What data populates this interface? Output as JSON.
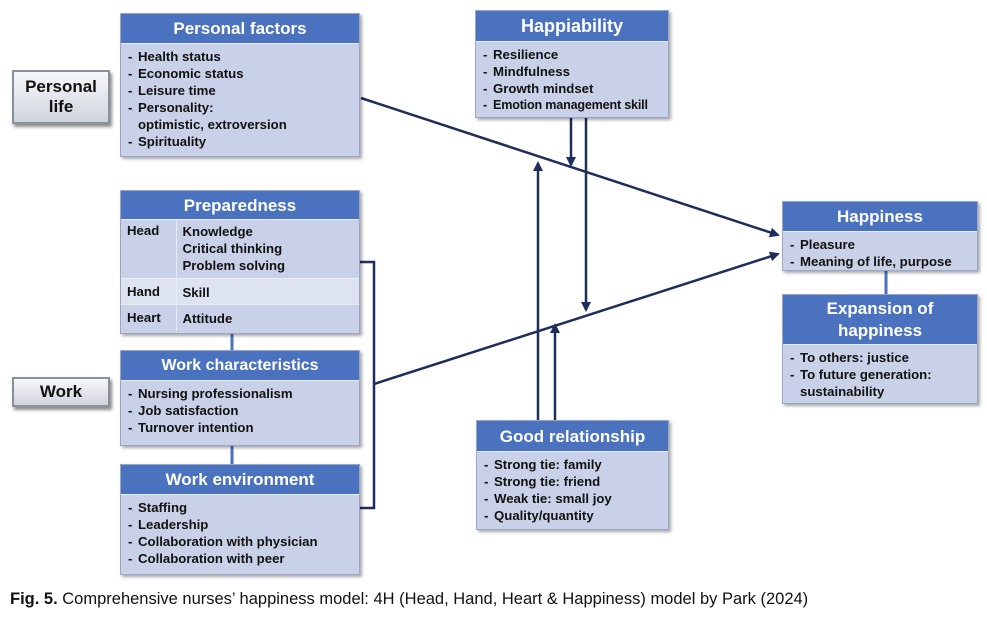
{
  "side_labels": {
    "personal_life": "Personal life",
    "work": "Work"
  },
  "personal_factors": {
    "title": "Personal factors",
    "items": [
      "Health status",
      "Economic status",
      "Leisure time",
      "Personality:",
      "optimistic, extroversion",
      "Spirituality"
    ]
  },
  "preparedness": {
    "title": "Preparedness",
    "rows": [
      {
        "key": "Head",
        "lines": [
          "Knowledge",
          "Critical thinking",
          "Problem solving"
        ]
      },
      {
        "key": "Hand",
        "lines": [
          "Skill"
        ]
      },
      {
        "key": "Heart",
        "lines": [
          "Attitude"
        ]
      }
    ]
  },
  "work_characteristics": {
    "title": "Work characteristics",
    "items": [
      "Nursing professionalism",
      "Job satisfaction",
      "Turnover intention"
    ]
  },
  "work_environment": {
    "title": "Work environment",
    "items": [
      "Staffing",
      "Leadership",
      "Collaboration with physician",
      "Collaboration with peer"
    ]
  },
  "happiability": {
    "title": "Happiability",
    "items": [
      "Resilience",
      "Mindfulness",
      "Growth mindset",
      "Emotion management skill"
    ]
  },
  "good_relationship": {
    "title": "Good relationship",
    "items": [
      "Strong tie: family",
      "Strong tie: friend",
      "Weak tie: small joy",
      "Quality/quantity"
    ]
  },
  "happiness": {
    "title": "Happiness",
    "items": [
      "Pleasure",
      "Meaning of life, purpose"
    ]
  },
  "expansion": {
    "title_line1": "Expansion of",
    "title_line2": "happiness",
    "items": [
      "To others: justice",
      "To future generation:",
      "sustainability"
    ]
  },
  "caption": {
    "label": "Fig. 5.",
    "text": " Comprehensive nurses’ happiness model: 4H (Head, Hand, Heart & Happiness) model by Park (2024)"
  },
  "colors": {
    "header": "#4a72bf",
    "box": "#c9d1e8",
    "arrow": "#1f2d5c",
    "connector": "#4a72bf"
  }
}
